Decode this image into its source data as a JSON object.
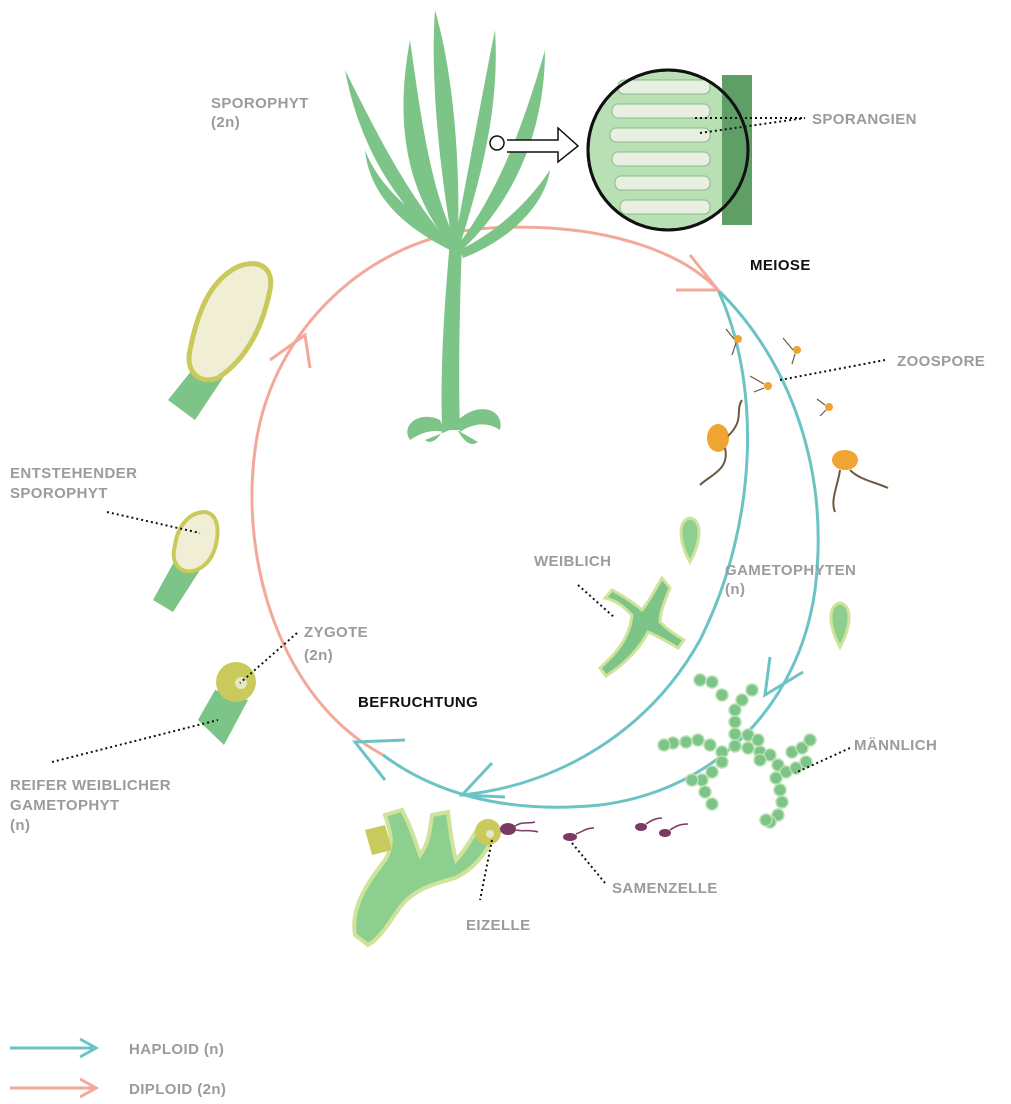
{
  "labels": {
    "sporophyt": "SPOROPHYT",
    "sporophyt_ploidy": "(2n)",
    "sporangien": "SPORANGIEN",
    "meiose": "MEIOSE",
    "zoospore": "ZOOSPORE",
    "entstehender_1": "ENTSTEHENDER",
    "entstehender_2": "SPOROPHYT",
    "weiblich": "WEIBLICH",
    "gametophyten": "GAMETOPHYTEN",
    "gametophyten_ploidy": "(n)",
    "zygote": "ZYGOTE",
    "zygote_ploidy": "(2n)",
    "befruchtung": "BEFRUCHTUNG",
    "maennlich": "MÄNNLICH",
    "reifer_1": "REIFER WEIBLICHER",
    "reifer_2": "GAMETOPHYT",
    "reifer_3": "(n)",
    "samenzelle": "SAMENZELLE",
    "eizelle": "EIZELLE"
  },
  "legend": [
    {
      "label": "HAPLOID (n)",
      "color": "#6cc3c4"
    },
    {
      "label": "DIPLOID (2n)",
      "color": "#f3a99a"
    }
  ],
  "colors": {
    "haploid": "#6cc3c4",
    "diploid": "#f3a99a",
    "plant_green": "#7cc487",
    "cell_green": "#8ccf8e",
    "zygote_yellow": "#c9c95c",
    "zoospore_orange": "#f0a431",
    "sperm_purple": "#7a3a64"
  }
}
